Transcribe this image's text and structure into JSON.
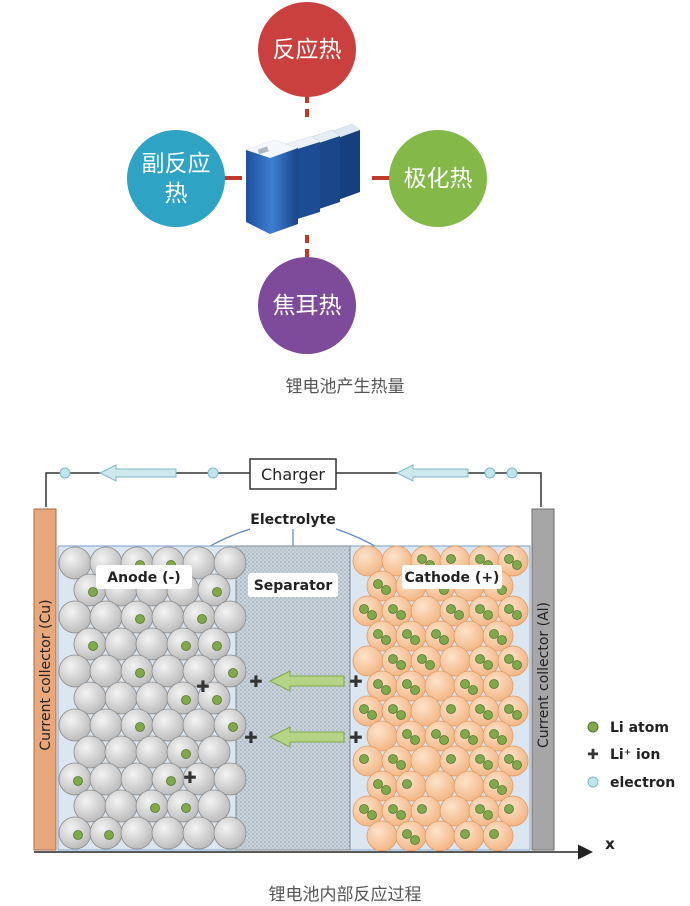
{
  "top_figure": {
    "circles": {
      "reaction_heat": "反应热",
      "side_reaction_heat": "副反应热",
      "polarization_heat": "极化热",
      "joule_heat": "焦耳热"
    },
    "colors": {
      "reaction_heat": "#c9403f",
      "side_reaction_heat": "#2ea3c4",
      "polarization_heat": "#84b94a",
      "joule_heat": "#7d4b9a",
      "connector": "#c0392b"
    },
    "caption": "锂电池产生热量"
  },
  "bottom_figure": {
    "charger": "Charger",
    "electrolyte": "Electrolyte",
    "anode": "Anode (-)",
    "separator": "Separator",
    "cathode": "Cathode (+)",
    "collector_left": "Current collector (Cu)",
    "collector_right": "Current collector (Al)",
    "axis": "x",
    "legend": {
      "li_atom": "Li atom",
      "li_ion": "Li⁺ ion",
      "electron": "electron"
    },
    "colors": {
      "cu_collector": "#e8a87c",
      "al_collector": "#a6a6a6",
      "anode_particle": "#cfcfcf",
      "cathode_particle": "#f6c59a",
      "li_atom": "#7fa94a",
      "electron": "#bfe6ee",
      "arrow": "#9fc46a"
    },
    "caption": "锂电池内部反应过程"
  }
}
